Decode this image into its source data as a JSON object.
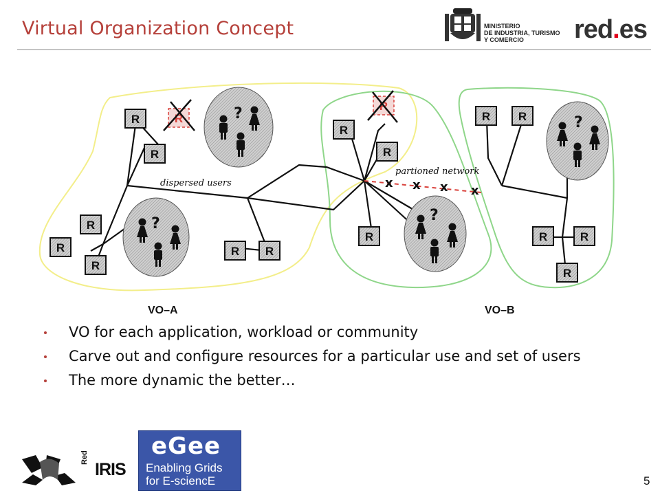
{
  "slide": {
    "title": "Virtual Organization Concept",
    "page_number": "5"
  },
  "header": {
    "ministry_lines": [
      "MINISTERIO",
      "DE INDUSTRIA, TURISMO",
      "Y COMERCIO"
    ],
    "reds_main": "red",
    "reds_dot": ".",
    "reds_suffix": "es"
  },
  "diagram": {
    "resource_label": "R",
    "user_marker": "?",
    "label_dispersed": "dispersed users",
    "label_partitioned": "partioned network",
    "label_vo_a": "VO–A",
    "label_vo_b": "VO–B",
    "failure_marker": "x",
    "colors": {
      "vo_a_outline": "#f3ee8a",
      "vo_b_outline": "#8fd68a",
      "failed_resource": "#d9413b"
    }
  },
  "bullets": [
    "VO for each application, workload or community",
    "Carve out and configure resources for a particular use and set of users",
    "The more dynamic the better…"
  ],
  "footer": {
    "rediris_small": "Red",
    "rediris_text": "IRIS",
    "egee_mark": "eGee",
    "egee_line1": "Enabling Grids",
    "egee_line2": "for E-sciencE"
  }
}
